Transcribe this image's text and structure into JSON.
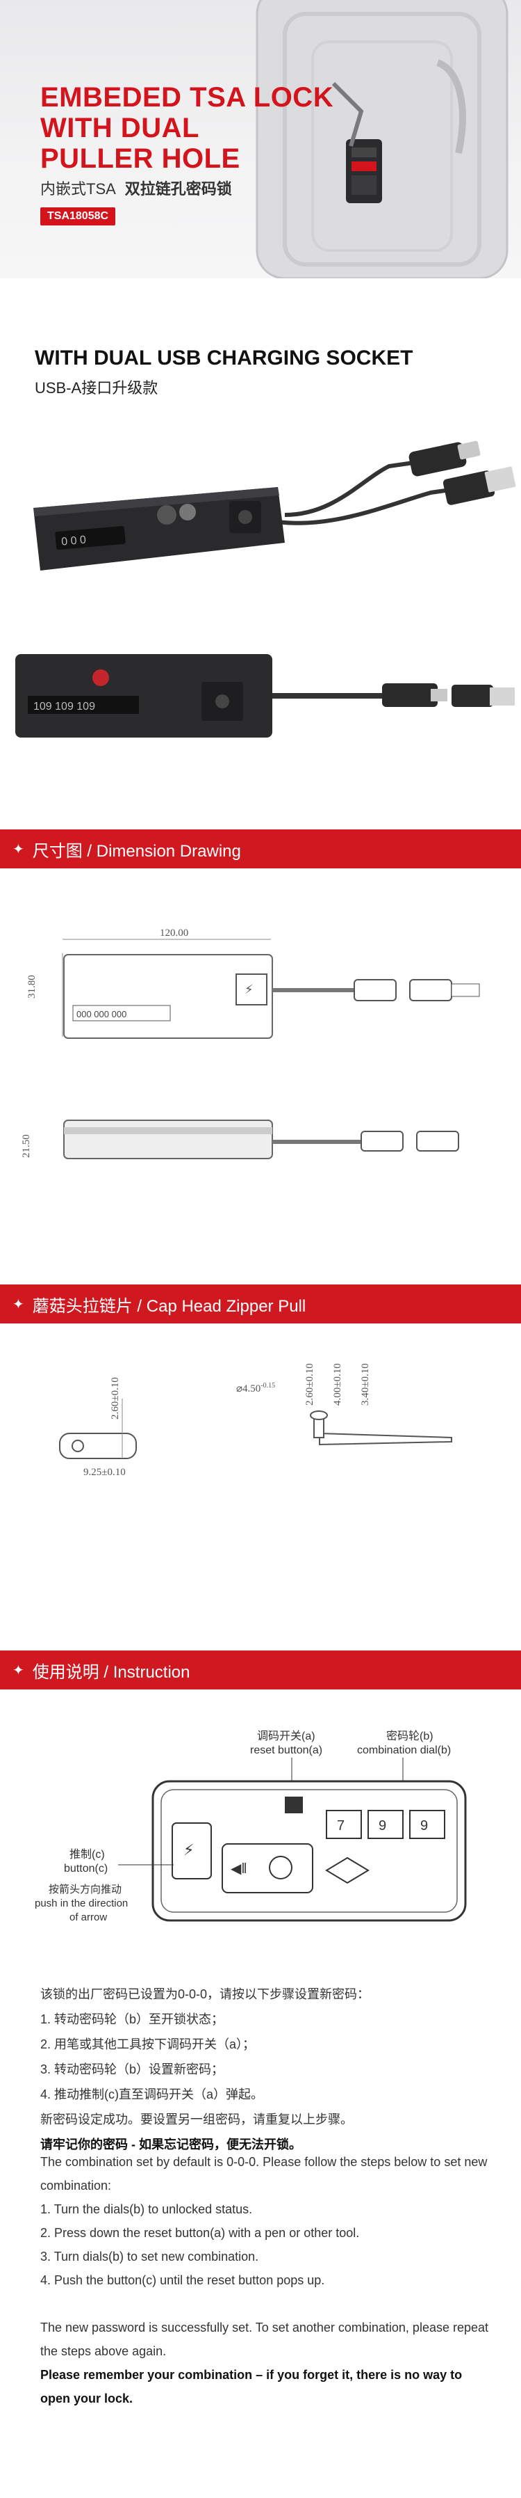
{
  "hero": {
    "title_lines": [
      "EMBEDED TSA LOCK",
      "WITH DUAL",
      "PULLER HOLE"
    ],
    "subtitle_cn_a": "内嵌式TSA",
    "subtitle_cn_b": "双拉链孔密码锁",
    "model": "TSA18058C"
  },
  "usb_section": {
    "title": "WITH DUAL USB CHARGING SOCKET",
    "subtitle": "USB-A接口升级款"
  },
  "dimension_section": {
    "label": "尺寸图 / Dimension Drawing",
    "width_label": "120.00",
    "height_label": "31.80",
    "depth_label": "21.50"
  },
  "zipper_section": {
    "label": "蘑菇头拉链片 / Cap Head Zipper Pull",
    "left_h": "2.60±0.10",
    "left_w": "9.25±0.10",
    "dia": "4.50",
    "dia_tol": "-0.15",
    "right_a": "2.60±0.10",
    "right_b": "4.00±0.10",
    "right_c": "3.40±0.10"
  },
  "instruction_section": {
    "label": "使用说明 / Instruction",
    "callout_a_cn": "调码开关(a)",
    "callout_a_en": "reset button(a)",
    "callout_b_cn": "密码轮(b)",
    "callout_b_en": "combination dial(b)",
    "callout_c_cn": "推制(c)",
    "callout_c_en": "button(c)",
    "arrow_cn": "按箭头方向推动",
    "arrow_en_1": "push in the direction",
    "arrow_en_2": "of arrow",
    "dial_digits": [
      "7",
      "9",
      "9"
    ],
    "cn_intro": "该锁的出厂密码已设置为0-0-0，请按以下步骤设置新密码：",
    "cn_steps": [
      "1.   转动密码轮（b）至开锁状态；",
      "2.   用笔或其他工具按下调码开关（a）；",
      "3.    转动密码轮（b）设置新密码；",
      "4.   推动推制(c)直至调码开关（a）弹起。"
    ],
    "cn_done": "新密码设定成功。要设置另一组密码，请重复以上步骤。",
    "cn_warn": "请牢记你的密码 - 如果忘记密码，便无法开锁。",
    "en_intro": "The combination set by default is 0-0-0. Please follow the steps below to set new combination:",
    "en_steps": [
      "1. Turn the dials(b) to unlocked status.",
      "2. Press down the reset button(a) with a pen or other tool.",
      "3. Turn dials(b) to set new combination.",
      "4. Push the button(c) until the reset button pops up."
    ],
    "en_done": "The new password is successfully set. To set another combination, please repeat the steps above again.",
    "en_warn": "Please remember your combination – if you forget it, there is no way to open your lock."
  },
  "colors": {
    "accent": "#cf1820",
    "title_red": "#d4141c"
  },
  "icons": [
    "star-icon",
    "lightning-icon",
    "tsa-diamond-icon",
    "padlock-icon",
    "arrow-icon"
  ]
}
